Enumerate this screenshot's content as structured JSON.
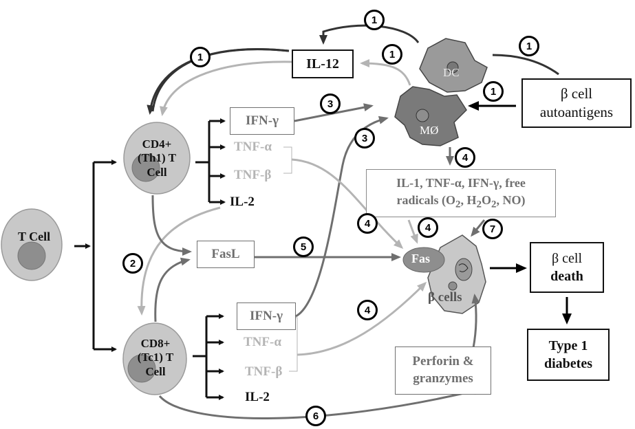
{
  "nodes": {
    "t_cell": "T Cell",
    "cd4_line1": "CD4+",
    "cd4_line2": "(Th1) T",
    "cd4_line3": "Cell",
    "cd8_line1": "CD8+",
    "cd8_line2": "(Tc1) T",
    "cd8_line3": "Cell",
    "il12": "IL-12",
    "dc": "DC",
    "mo": "MØ",
    "beta_autoantigens_line1": "β cell",
    "beta_autoantigens_line2": "autoantigens",
    "ifn_g_top": "IFN-γ",
    "tnf_a_top": "TNF-α",
    "tnf_b_top": "TNF-β",
    "il2_top": "IL-2",
    "fasl": "FasL",
    "ifn_g_bottom": "IFN-γ",
    "tnf_a_bottom": "TNF-α",
    "tnf_b_bottom": "TNF-β",
    "il2_bottom": "IL-2",
    "mediators_line1": "IL-1, TNF-α, IFN-γ, free",
    "mediators_line2_a": "radicals (O",
    "mediators_sub1": "2",
    "mediators_line2_b": ", H",
    "mediators_sub2": "2",
    "mediators_line2_c": "O",
    "mediators_sub3": "2",
    "mediators_line2_d": ", NO)",
    "fas": "Fas",
    "beta_cells": "β cells",
    "beta_death_line1": "β cell",
    "beta_death_line2": "death",
    "type1_line1": "Type 1",
    "type1_line2": "diabetes",
    "perforin_line1": "Perforin &",
    "perforin_line2": "granzymes"
  },
  "pathway_numbers": [
    "1",
    "1",
    "1",
    "1",
    "1",
    "2",
    "3",
    "3",
    "4",
    "4",
    "4",
    "4",
    "5",
    "6",
    "7"
  ],
  "colors": {
    "dark": "#111111",
    "mid": "#6f6f6f",
    "light": "#b4b4b4",
    "cell_fill": "#c8c8c8",
    "nucleus": "#8e8e8e",
    "mo_fill": "#7a7a7a",
    "dc_fill": "#9a9a9a"
  }
}
